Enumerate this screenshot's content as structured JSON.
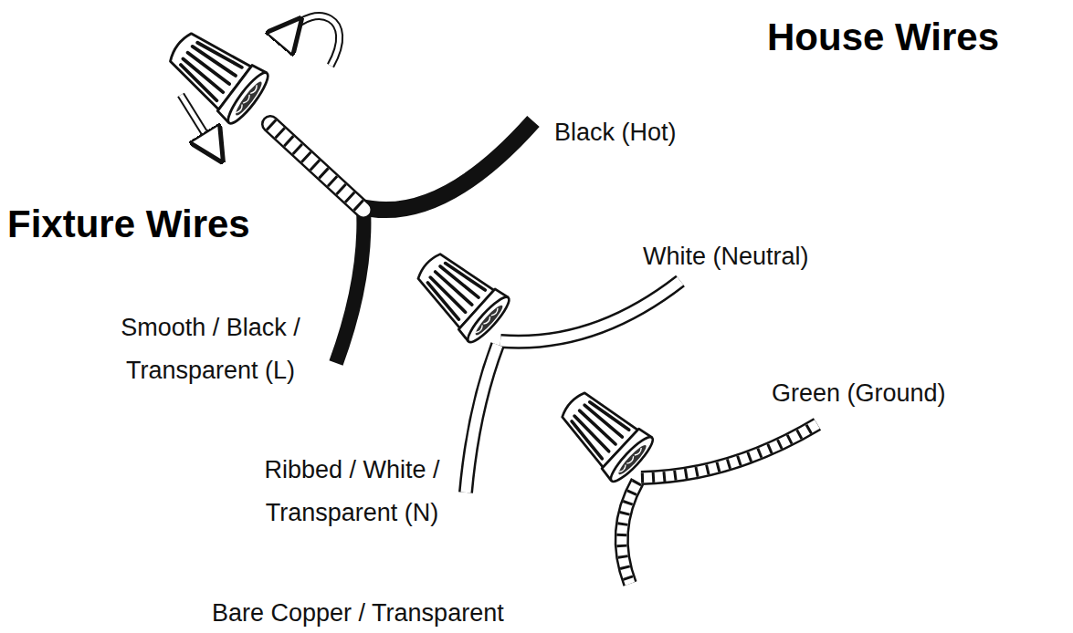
{
  "diagram": {
    "labels": [
      "House Wires",
      "Fixture Wires",
      "Black (Hot)",
      "White (Neutral)",
      "Green (Ground)",
      "Smooth / Black / Transparent (L)",
      "Ribbed / White / Transparent (N)",
      "Bare Copper / Transparent"
    ]
  }
}
